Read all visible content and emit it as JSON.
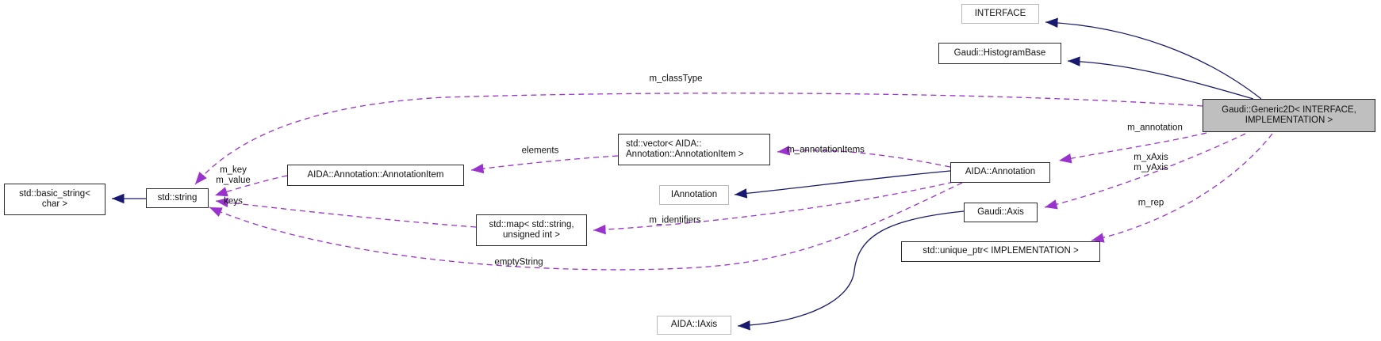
{
  "colors": {
    "inheritance_edge": "#191970",
    "usage_edge": "#9a32cd",
    "main_node_fill": "#bfbfbf",
    "node_fill": "#ffffff",
    "node_border": "#2b2b2b",
    "external_node_border": "#b9b9b9",
    "text": "#111111"
  },
  "nodes": {
    "interface": {
      "label": "INTERFACE"
    },
    "histogram_base": {
      "label": "Gaudi::HistogramBase"
    },
    "generic2d": {
      "line1": "Gaudi::Generic2D< INTERFACE,",
      "line2": "IMPLEMENTATION >"
    },
    "vector_annotation_item": {
      "line1": "std::vector< AIDA::",
      "line2": "Annotation::AnnotationItem >"
    },
    "iannotation": {
      "label": "IAnnotation"
    },
    "aida_annotation": {
      "label": "AIDA::Annotation"
    },
    "gaudi_axis": {
      "label": "Gaudi::Axis"
    },
    "unique_ptr": {
      "label": "std::unique_ptr< IMPLEMENTATION >"
    },
    "aida_iaxis": {
      "label": "AIDA::IAxis"
    },
    "basic_string": {
      "line1": "std::basic_string<",
      "line2": "char >"
    },
    "std_string": {
      "label": "std::string"
    },
    "annotation_item": {
      "label": "AIDA::Annotation::AnnotationItem"
    },
    "std_map": {
      "line1": "std::map< std::string,",
      "line2": "unsigned int >"
    }
  },
  "edge_labels": {
    "m_classType": "m_classType",
    "elements": "elements",
    "m_annotationItems": "m_annotationItems",
    "m_annotation": "m_annotation",
    "m_xAxis": "m_xAxis",
    "m_yAxis": "m_yAxis",
    "m_rep": "m_rep",
    "m_key": "m_key",
    "m_value": "m_value",
    "keys": "keys",
    "m_identifiers": "m_identifiers",
    "emptyString": "emptyString"
  }
}
